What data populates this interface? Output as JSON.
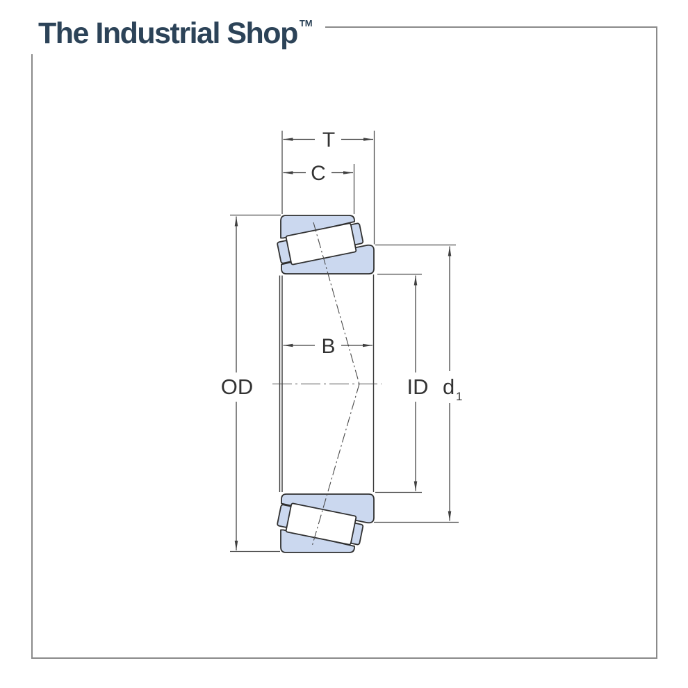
{
  "brand": {
    "name": "The Industrial Shop",
    "trademark_symbol": "TM"
  },
  "diagram": {
    "type": "tapered-roller-bearing-cross-section",
    "dimension_labels": {
      "total_width": "T",
      "cup_width": "C",
      "cone_width": "B",
      "outer_diameter": "OD",
      "inner_diameter": "ID",
      "d1_base": "d",
      "d1_subscript": "1"
    },
    "colors": {
      "brand_text": "#2c4358",
      "ring_fill": "#cbd8ef",
      "outline": "#2f2f2f",
      "dimension_line": "#4a4a4a",
      "label_text": "#333333",
      "frame_border": "#8a8a8a"
    }
  }
}
